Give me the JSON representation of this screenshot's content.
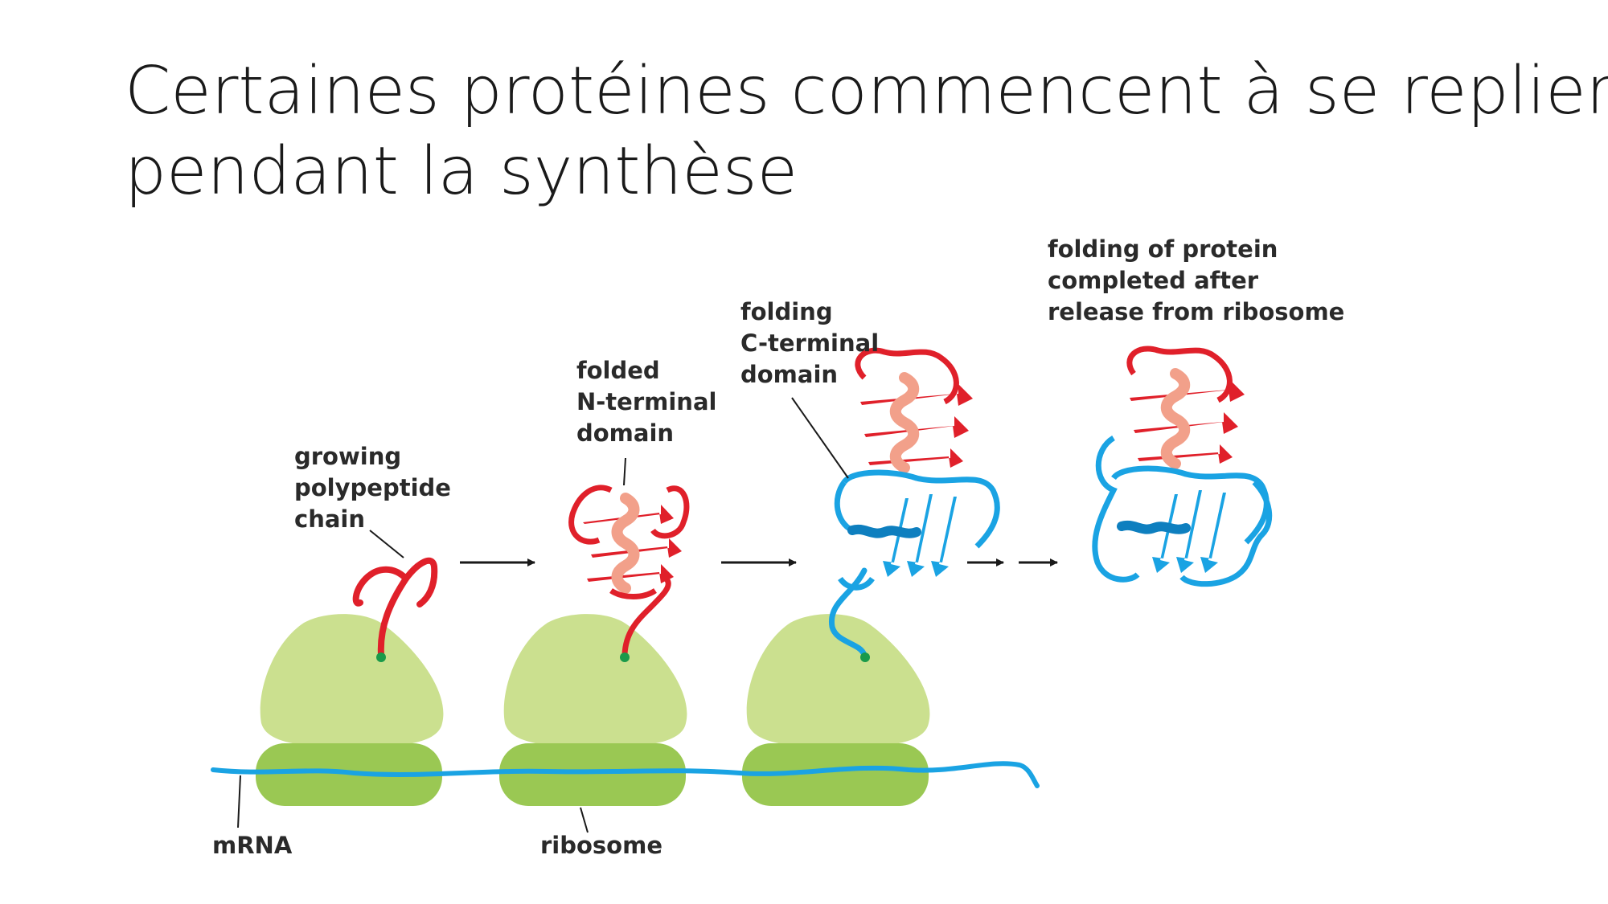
{
  "title": {
    "line1": "Certaines protéines commencent à se replier",
    "line2": "pendant la synthèse"
  },
  "labels": {
    "growing": [
      "growing",
      "polypeptide",
      "chain"
    ],
    "folded_n": [
      "folded",
      "N-terminal",
      "domain"
    ],
    "folding_c": [
      "folding",
      "C-terminal",
      "domain"
    ],
    "completed": [
      "folding of protein",
      "completed after",
      "release from ribosome"
    ],
    "mrna": "mRNA",
    "ribosome": "ribosome"
  },
  "colors": {
    "ribosome_large": "#cbe08f",
    "ribosome_small": "#9ac853",
    "mrna": "#1aa3e3",
    "n_domain": "#e0202a",
    "c_domain": "#1aa3e3",
    "exit_site": "#1a9a4a",
    "arrow": "#1a1a1a"
  }
}
